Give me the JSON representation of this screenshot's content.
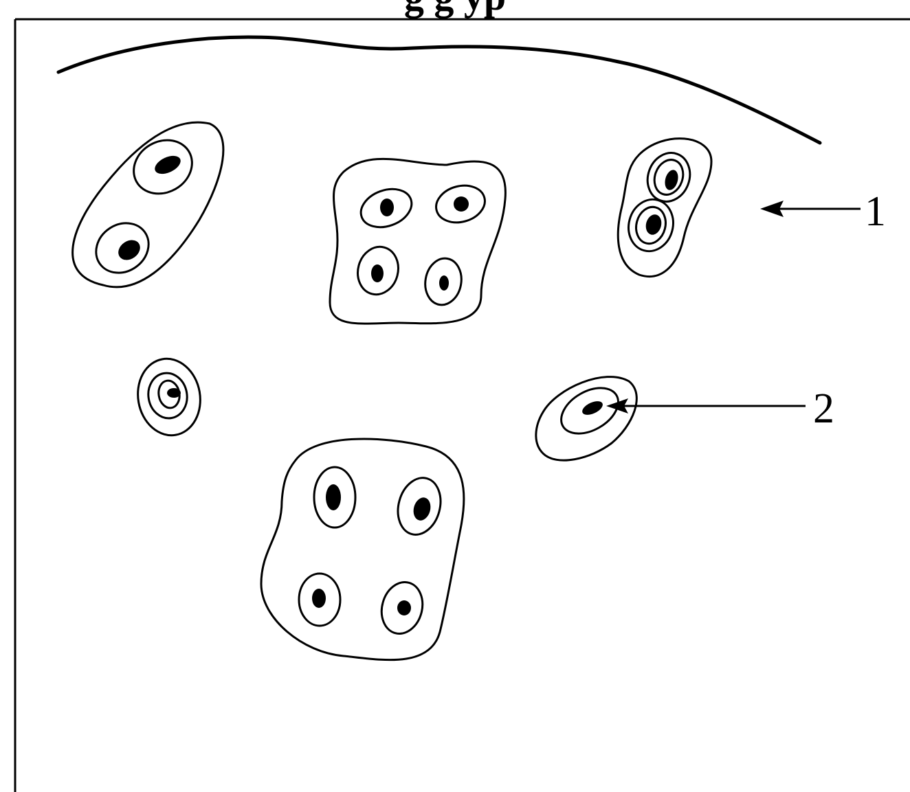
{
  "heading": {
    "visible_text": "g g yp"
  },
  "labels": {
    "label_1": "1",
    "label_2": "2"
  },
  "colors": {
    "ink": "#000000",
    "background": "#ffffff"
  }
}
